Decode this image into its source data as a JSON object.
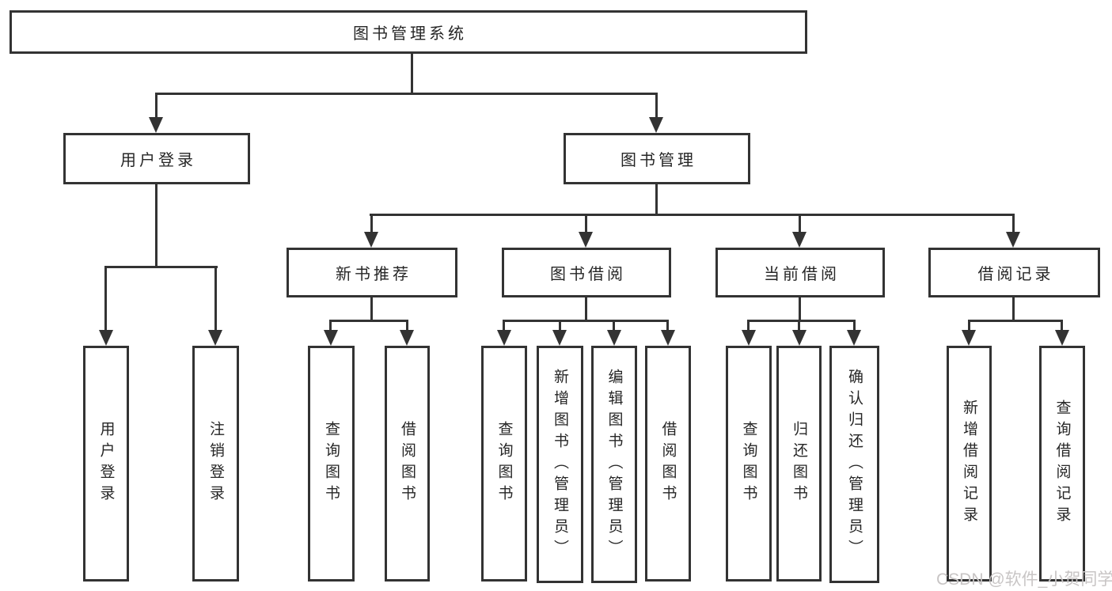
{
  "diagram": {
    "root": {
      "label": "图书管理系统"
    },
    "level2": [
      {
        "label": "用户登录"
      },
      {
        "label": "图书管理"
      }
    ],
    "level3": [
      {
        "label": "新书推荐"
      },
      {
        "label": "图书借阅"
      },
      {
        "label": "当前借阅"
      },
      {
        "label": "借阅记录"
      }
    ],
    "leaves": {
      "user_login": [
        {
          "label": "用户登录"
        },
        {
          "label": "注销登录"
        }
      ],
      "new_book_recommend": [
        {
          "label": "查询图书"
        },
        {
          "label": "借阅图书"
        }
      ],
      "book_borrowing": [
        {
          "label": "查询图书"
        },
        {
          "label": "新增图书（管理员）"
        },
        {
          "label": "编辑图书（管理员）"
        },
        {
          "label": "借阅图书"
        }
      ],
      "current_borrowing": [
        {
          "label": "查询图书"
        },
        {
          "label": "归还图书"
        },
        {
          "label": "确认归还（管理员）"
        }
      ],
      "borrowing_records": [
        {
          "label": "新增借阅记录"
        },
        {
          "label": "查询借阅记录"
        }
      ]
    }
  },
  "watermark": {
    "text": "CSDN @软件_小贺同学"
  },
  "colors": {
    "line": "#333333",
    "text": "#262626",
    "background": "#ffffff",
    "watermark": "#c8c5c5"
  }
}
